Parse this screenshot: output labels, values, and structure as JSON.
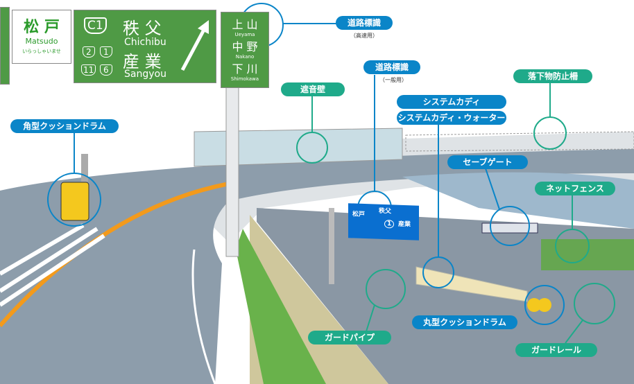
{
  "signs": {
    "matsudo": {
      "kanji": "松 戸",
      "romaji": "Matsudo",
      "welcome": "いらっしゃいませ"
    },
    "main": {
      "route_c1": "C1",
      "routes": [
        "2",
        "1",
        "11",
        "6"
      ],
      "dest1": "秩 父",
      "dest1_romaji": "Chichibu",
      "dest2": "産 業",
      "dest2_romaji": "Sangyou"
    },
    "side": [
      {
        "kanji": "上 山",
        "romaji": "Ueyama"
      },
      {
        "kanji": "中 野",
        "romaji": "Nakano"
      },
      {
        "kanji": "下 川",
        "romaji": "Shimokawa"
      }
    ],
    "general": {
      "left": "松戸",
      "top": "秩父",
      "right": "産業",
      "route": "1"
    }
  },
  "labels": {
    "road_sign_expressway": "道路標識",
    "road_sign_expressway_sub": "（高速用）",
    "road_sign_general": "道路標識",
    "road_sign_general_sub": "（一般用）",
    "sound_barrier": "遮音壁",
    "system_cadi": "システムカディ",
    "system_cadi_water": "システムカディ・ウォーター",
    "fall_prevention_fence": "落下物防止柵",
    "square_cushion_drum": "角型クッションドラム",
    "save_gate": "セーブゲート",
    "net_fence": "ネットフェンス",
    "guard_pipe": "ガードパイプ",
    "round_cushion_drum": "丸型クッションドラム",
    "guard_rail": "ガードレール"
  },
  "colors": {
    "blue": "#0a85c8",
    "teal": "#1faa8a",
    "sign_green": "#4f9a45"
  }
}
